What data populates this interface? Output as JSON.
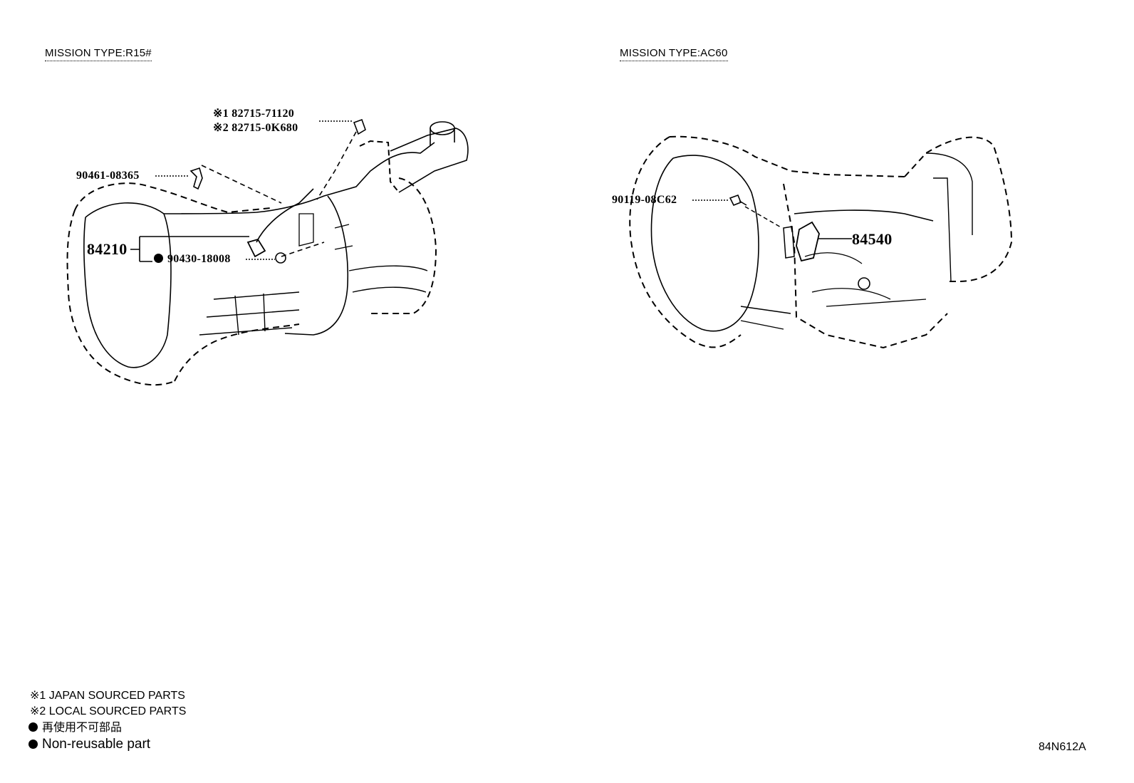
{
  "sections": {
    "left": {
      "title": "MISSION TYPE:R15#",
      "parts": {
        "note1_part": "※1 82715-71120",
        "note2_part": "※2 82715-0K680",
        "clip": "90461-08365",
        "switch": "84210",
        "gasket": "90430-18008"
      }
    },
    "right": {
      "title": "MISSION TYPE:AC60",
      "parts": {
        "bolt": "90119-08C62",
        "switch": "84540"
      }
    }
  },
  "legend": {
    "note1": "※1 JAPAN SOURCED PARTS",
    "note2": "※2 LOCAL SOURCED PARTS",
    "nonreusable_jp": "再使用不可部品",
    "nonreusable_en": "Non-reusable part"
  },
  "diagram_code": "84N612A"
}
